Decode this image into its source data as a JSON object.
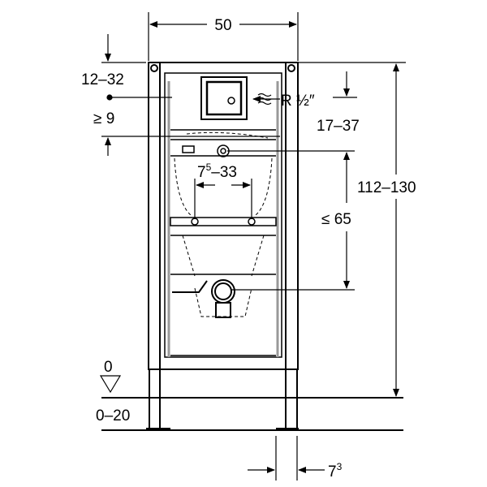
{
  "dimensions": {
    "width_top": "50",
    "upper_offset": "12–32",
    "min_9": "≥ 9",
    "connection": "R ½″",
    "range_17_37": "17–37",
    "spacing_base": "7",
    "spacing_sup": "5",
    "spacing_rest": "–33",
    "height_range": "112–130",
    "max_65": "≤ 65",
    "floor_zero": "0",
    "floor_range": "0–20",
    "leg_base": "7",
    "leg_sup": "3"
  }
}
